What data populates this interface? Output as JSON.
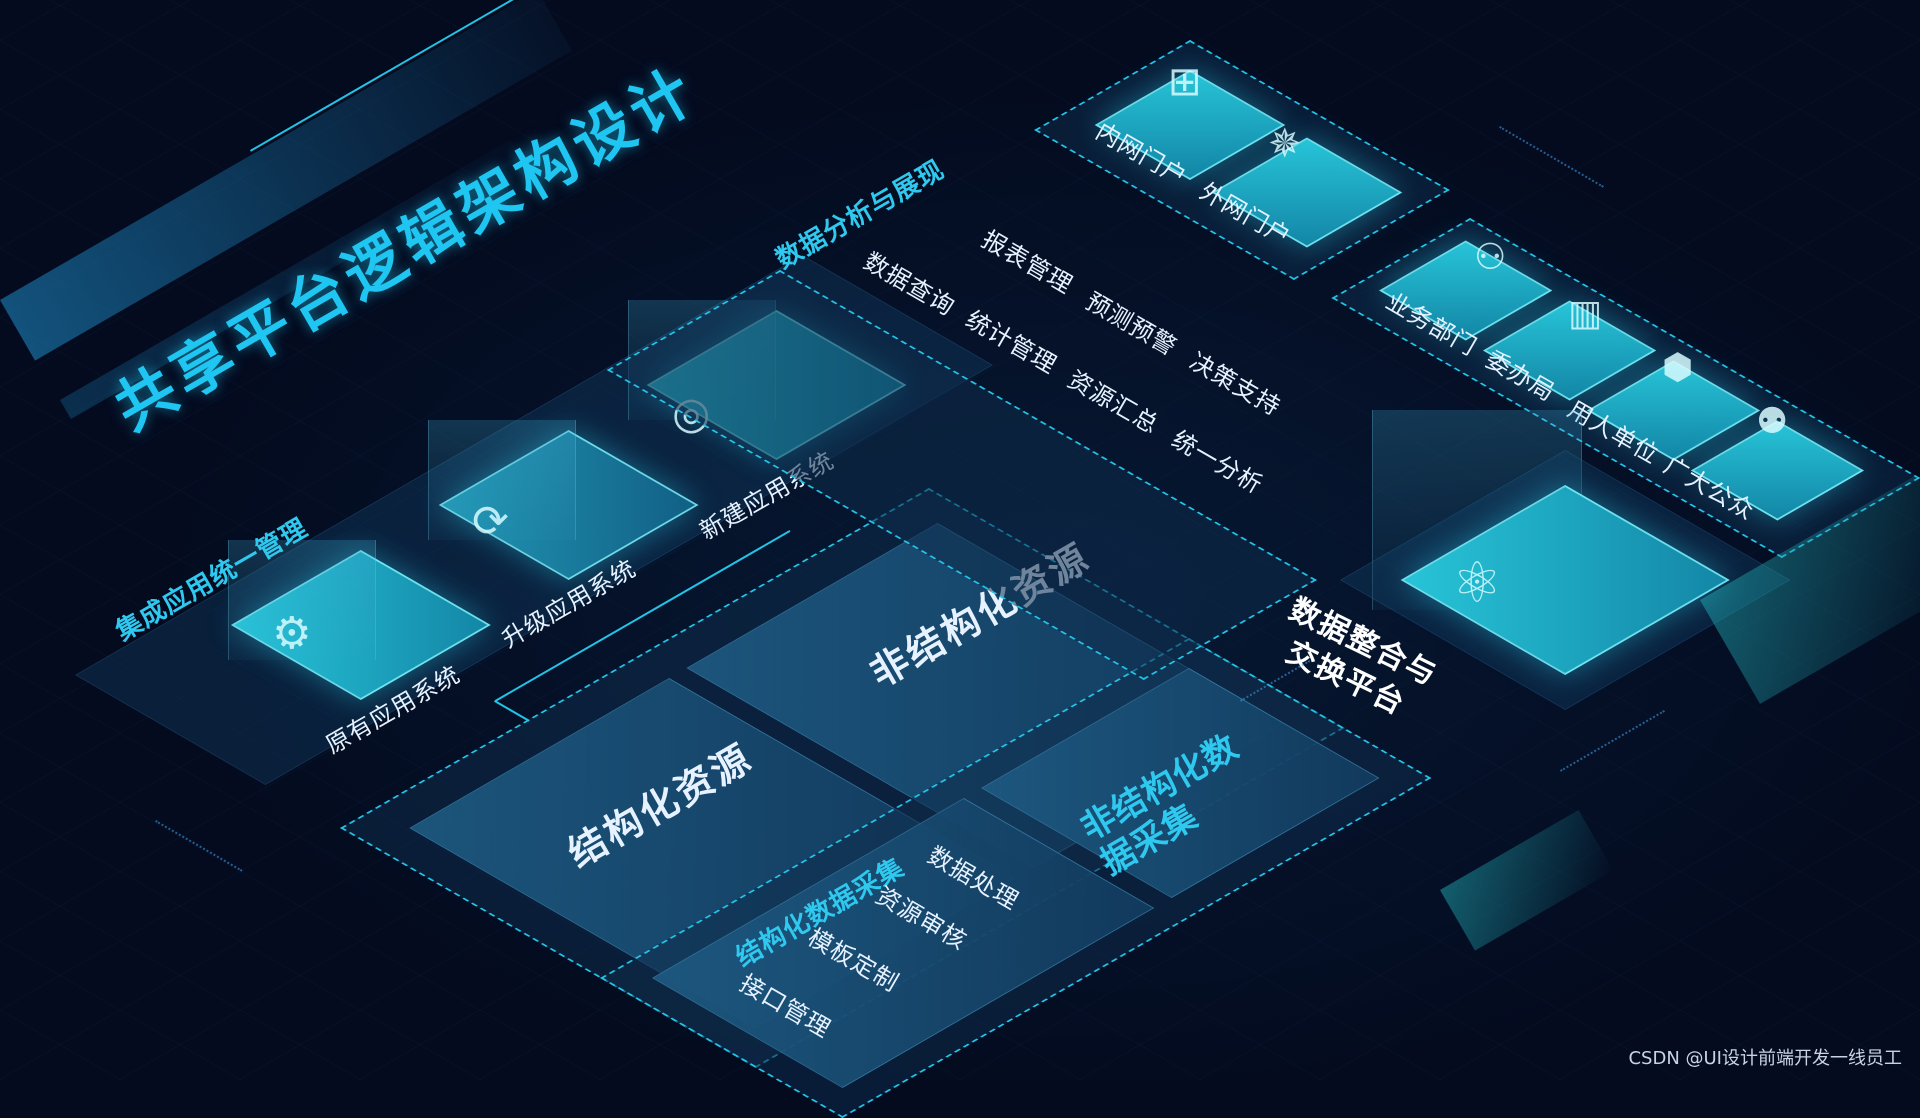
{
  "title": "共享平台逻辑架构设计",
  "integration": {
    "label": "集成应用统一管理",
    "items": [
      {
        "label": "原有应用系统",
        "icon": "monitor-gear-icon"
      },
      {
        "label": "升级应用系统",
        "icon": "server-refresh-icon"
      },
      {
        "label": "新建应用系统",
        "icon": "target-chip-icon"
      }
    ]
  },
  "analysis": {
    "label": "数据分析与展现",
    "items": [
      "数据查询",
      "报表管理",
      "预测预警",
      "统计管理",
      "决策支持",
      "资源汇总",
      "统一分析"
    ]
  },
  "portals": {
    "items": [
      {
        "label": "内网门户",
        "icon": "network-icon"
      },
      {
        "label": "外网门户",
        "icon": "globe-network-icon"
      }
    ]
  },
  "users": {
    "items": [
      {
        "label": "业务部门",
        "icon": "person-badge-icon"
      },
      {
        "label": "委办局",
        "icon": "building-icon"
      },
      {
        "label": "用人单位",
        "icon": "blocks-icon"
      },
      {
        "label": "广大公众",
        "icon": "people-icon"
      }
    ]
  },
  "resources": {
    "structured": "结构化资源",
    "unstructured": "非结构化资源"
  },
  "collection": {
    "structured_label": "结构化数据采集",
    "unstructured_label": "非结构化数据采集",
    "items": [
      "接口管理",
      "模板定制",
      "资源审核",
      "数据处理"
    ]
  },
  "exchange": {
    "label_line1": "数据整合与",
    "label_line2": "交换平台",
    "icon": "atom-database-icon"
  },
  "watermark": "CSDN @UI设计前端开发一线员工",
  "colors": {
    "background": "#040b1f",
    "accent": "#23c3e6",
    "title": "#1fc6f2",
    "tile": "#27c4d8"
  }
}
